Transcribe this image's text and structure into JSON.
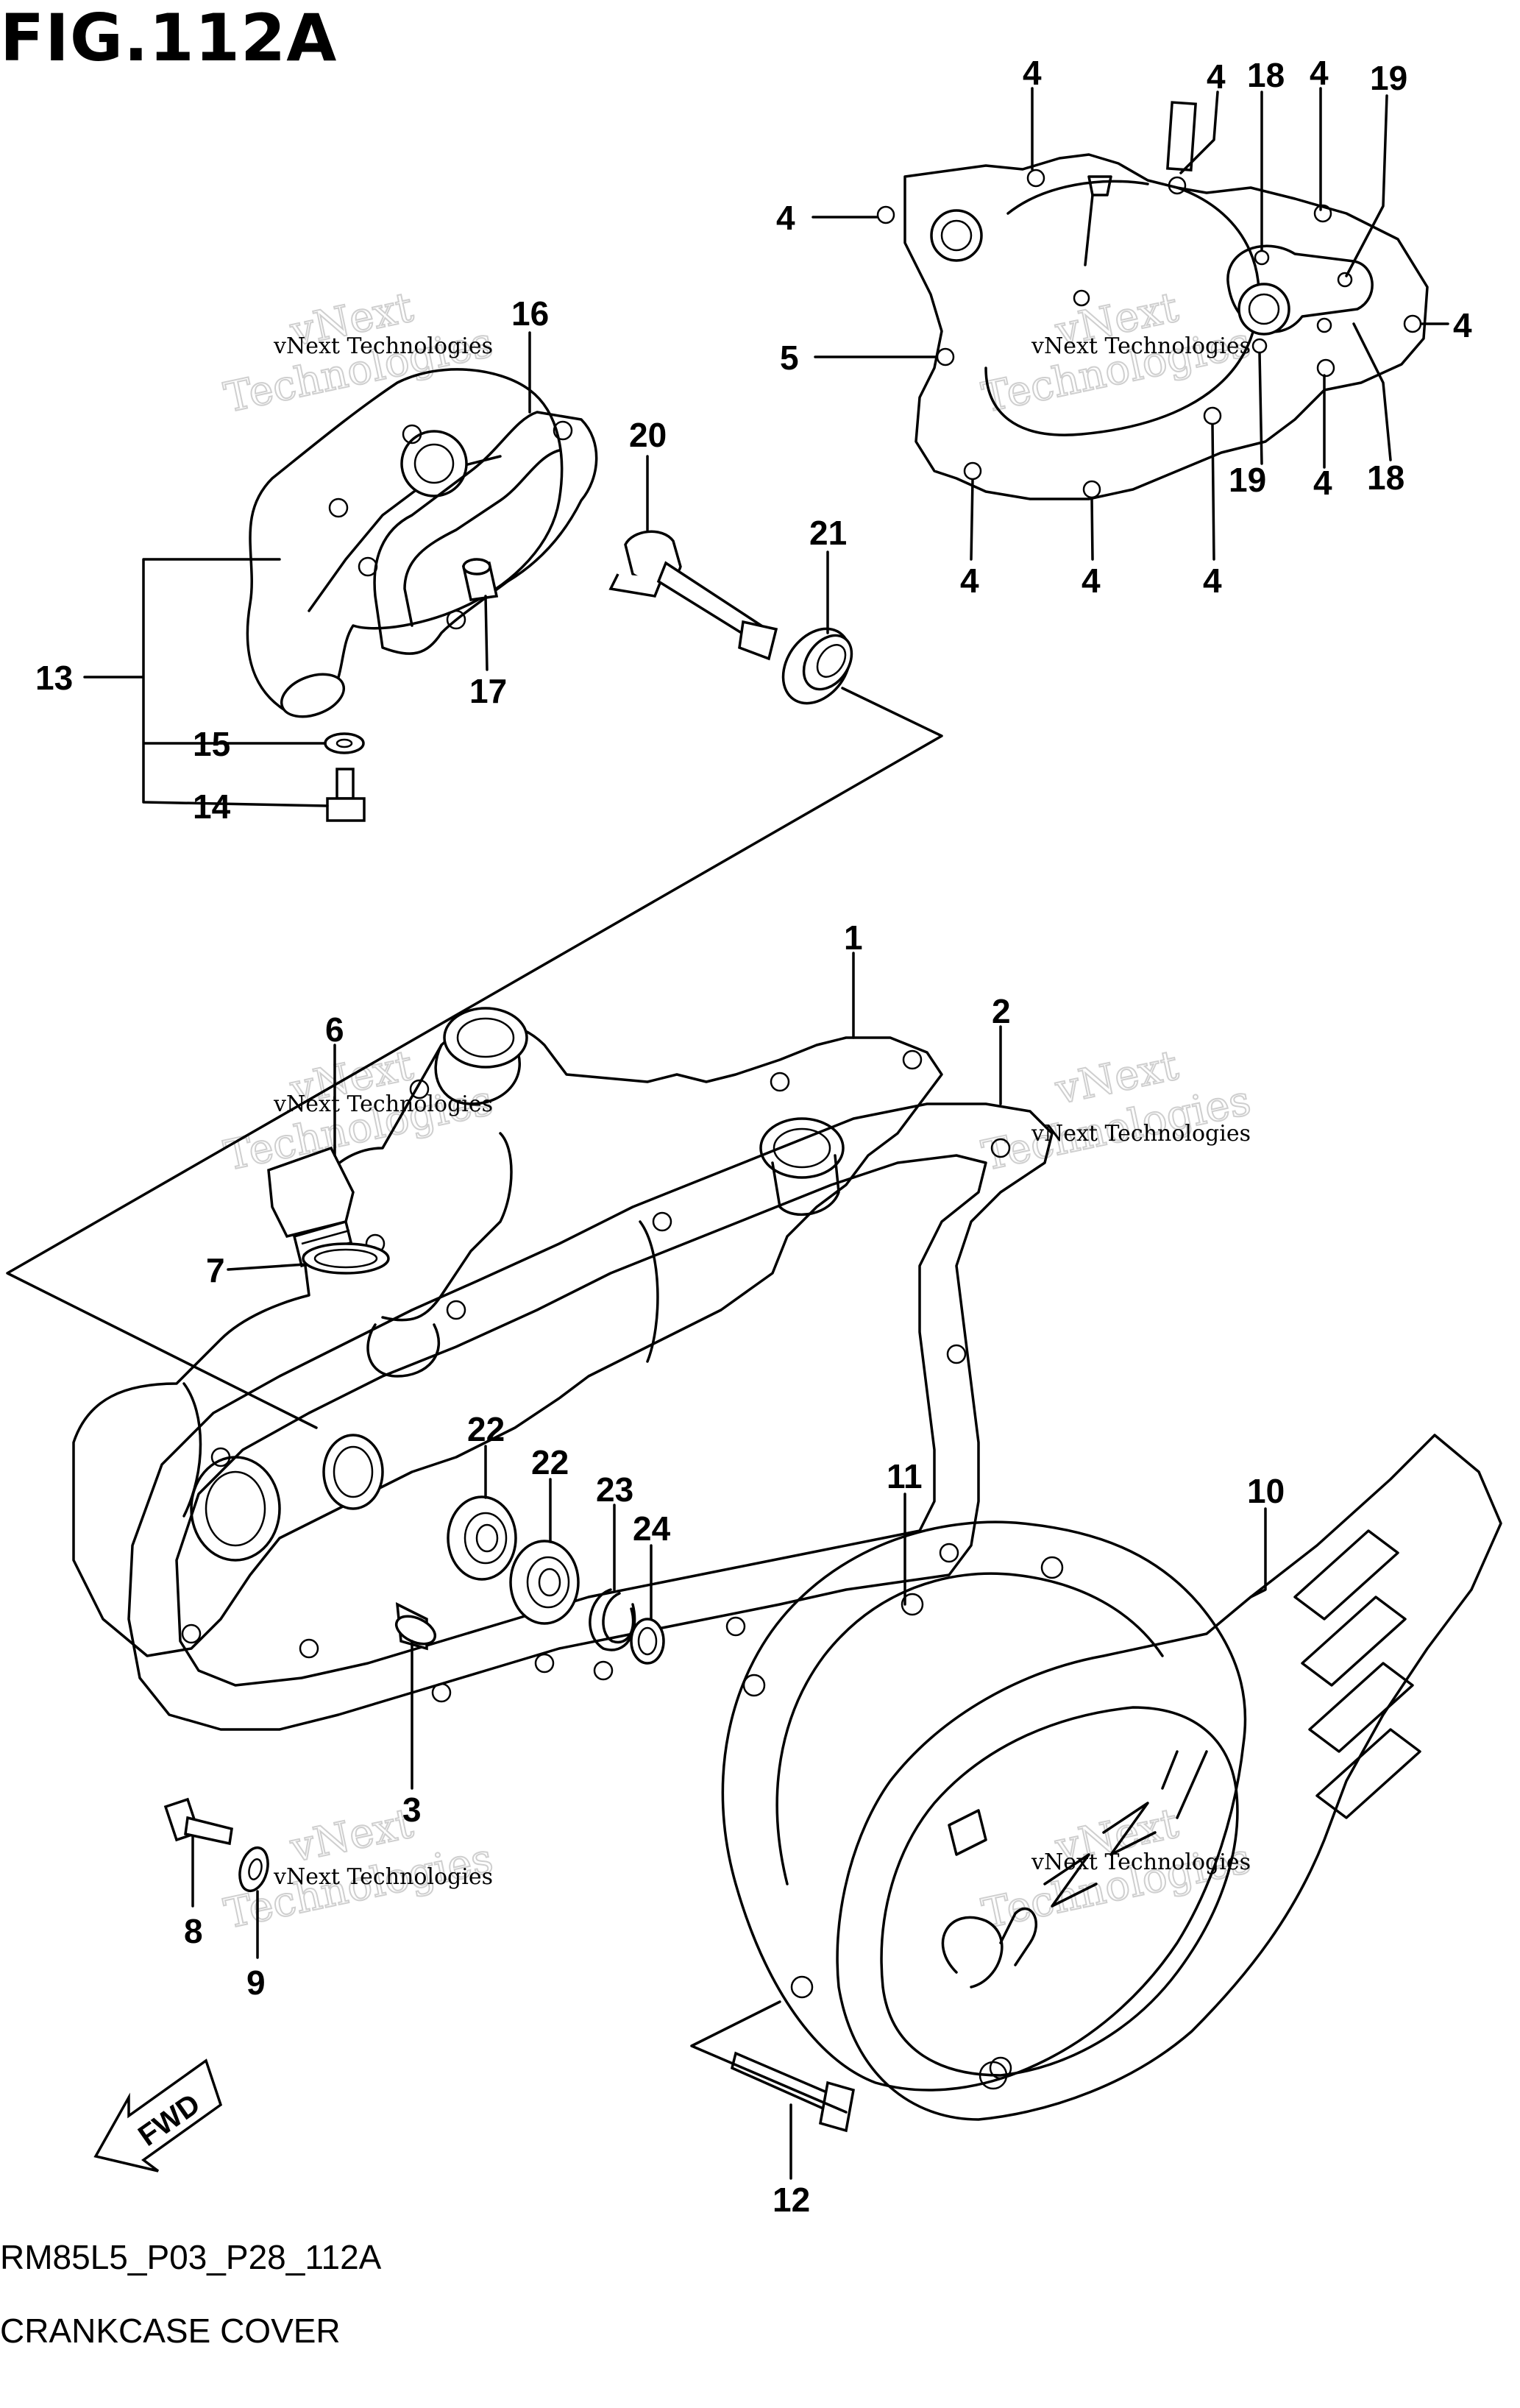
{
  "figure": {
    "title": "FIG.112A",
    "code": "RM85L5_P03_P28_112A",
    "name": "CRANKCASE COVER",
    "fwd_label": "FWD"
  },
  "watermark": {
    "line1": "vNext Technologies",
    "line2": "vNext",
    "line3": "Technologies"
  },
  "callouts": [
    {
      "id": "c-1",
      "text": "1"
    },
    {
      "id": "c-2",
      "text": "2"
    },
    {
      "id": "c-3",
      "text": "3"
    },
    {
      "id": "c-4a",
      "text": "4"
    },
    {
      "id": "c-4b",
      "text": "4"
    },
    {
      "id": "c-4c",
      "text": "4"
    },
    {
      "id": "c-4d",
      "text": "4"
    },
    {
      "id": "c-4e",
      "text": "4"
    },
    {
      "id": "c-4f",
      "text": "4"
    },
    {
      "id": "c-4g",
      "text": "4"
    },
    {
      "id": "c-4h",
      "text": "4"
    },
    {
      "id": "c-4i",
      "text": "4"
    },
    {
      "id": "c-5",
      "text": "5"
    },
    {
      "id": "c-6",
      "text": "6"
    },
    {
      "id": "c-7",
      "text": "7"
    },
    {
      "id": "c-8",
      "text": "8"
    },
    {
      "id": "c-9",
      "text": "9"
    },
    {
      "id": "c-10",
      "text": "10"
    },
    {
      "id": "c-11",
      "text": "11"
    },
    {
      "id": "c-12",
      "text": "12"
    },
    {
      "id": "c-13",
      "text": "13"
    },
    {
      "id": "c-14",
      "text": "14"
    },
    {
      "id": "c-15",
      "text": "15"
    },
    {
      "id": "c-16",
      "text": "16"
    },
    {
      "id": "c-17",
      "text": "17"
    },
    {
      "id": "c-18a",
      "text": "18"
    },
    {
      "id": "c-18b",
      "text": "18"
    },
    {
      "id": "c-19a",
      "text": "19"
    },
    {
      "id": "c-19b",
      "text": "19"
    },
    {
      "id": "c-20",
      "text": "20"
    },
    {
      "id": "c-21",
      "text": "21"
    },
    {
      "id": "c-22a",
      "text": "22"
    },
    {
      "id": "c-22b",
      "text": "22"
    },
    {
      "id": "c-23",
      "text": "23"
    },
    {
      "id": "c-24",
      "text": "24"
    }
  ]
}
